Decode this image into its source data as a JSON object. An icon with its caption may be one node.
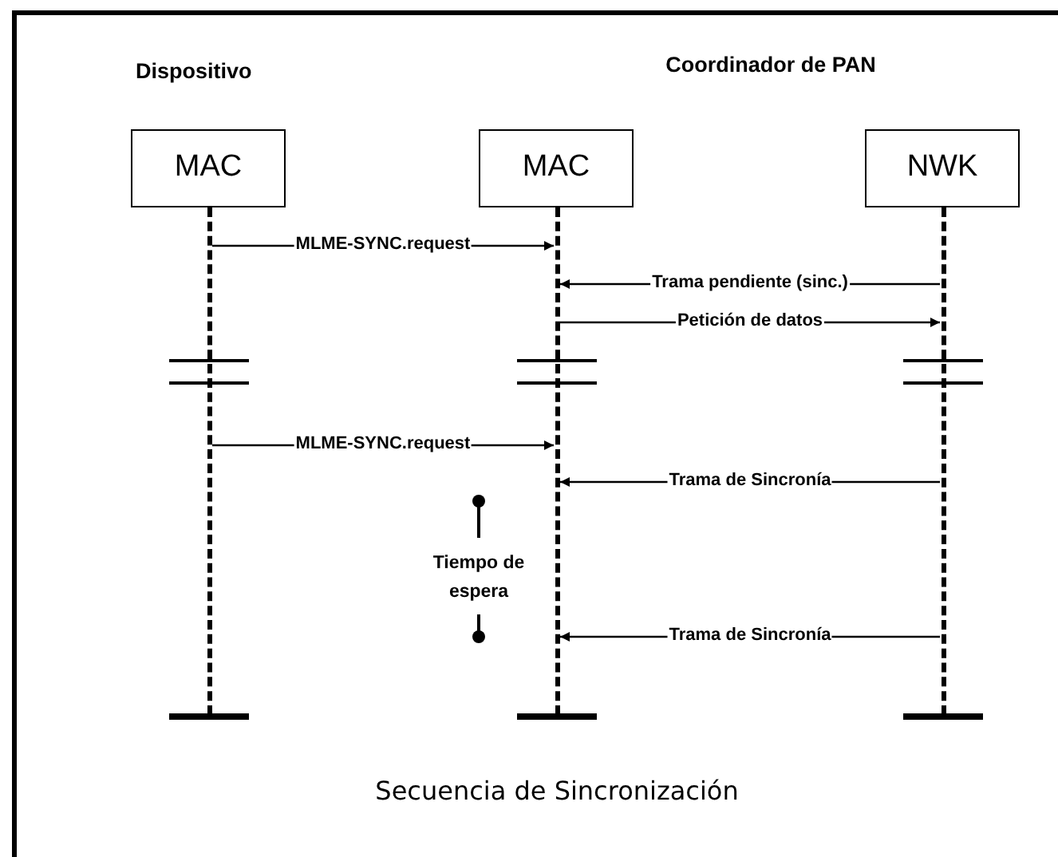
{
  "diagram": {
    "caption": "Secuencia de Sincronización",
    "nodes": [
      {
        "text": [
          "MAC"
        ]
      },
      {
        "text": [
          "MAC"
        ]
      },
      {
        "text": [
          "NWK"
        ]
      },
      {
        "text": [],
        "shape": "line"
      },
      {
        "text": [],
        "shape": "line"
      },
      {
        "text": [],
        "shape": "line"
      }
    ],
    "edges": [
      {
        "from": 3,
        "to": 4,
        "label": "MLME-SYNC.request",
        "arrow": "to"
      },
      {
        "from": 5,
        "to": 4,
        "label": "Trama pendiente (sinc.)",
        "arrow": "to"
      },
      {
        "from": 4,
        "to": 5,
        "label": "Petición de datos",
        "arrow": "to"
      },
      {
        "from": 3,
        "to": 4,
        "label": "MLME-SYNC.request",
        "arrow": "to"
      },
      {
        "from": 5,
        "to": 4,
        "label": "Trama de Sincronía",
        "arrow": "to"
      },
      {
        "from": 5,
        "to": 4,
        "label": "Trama de Sincronía",
        "arrow": "to"
      }
    ],
    "labels": [
      "Dispositivo",
      "Coordinador de PAN",
      "Tiempo de espera"
    ]
  }
}
